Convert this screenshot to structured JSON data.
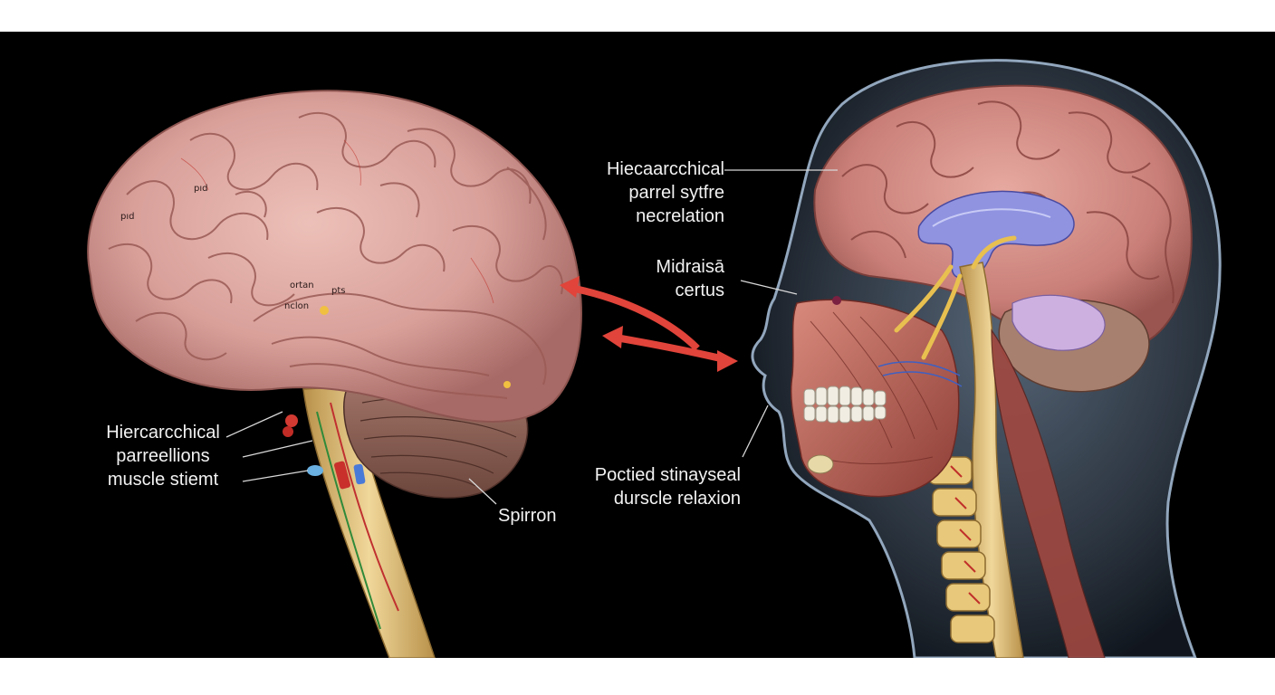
{
  "colors": {
    "background": "#000000",
    "brain": "#d9a09a",
    "brain_shadow": "#a86a66",
    "cerebellum": "#8a5d52",
    "spinal_cord": "#e2c37a",
    "arrow": "#e0443a",
    "head_glow": "#8fa3b8",
    "ventricle": "#8f93e0",
    "muscle": "#b85c50",
    "teeth": "#f1ede2"
  },
  "left_brain": {
    "tags": [
      "pıd",
      "pıd",
      "ortan",
      "pts",
      "nclon"
    ],
    "callout": {
      "line1": "Hiercarcchical",
      "line2": "parreellions",
      "line3": "muscle stiemt"
    },
    "spine_label": "Spirron"
  },
  "right_head": {
    "callout_top": {
      "line1": "Hiecaarcchical",
      "line2": "parrel sytfre",
      "line3": "necrelation"
    },
    "callout_mid": {
      "line1": "Midraisā",
      "line2": "certus"
    },
    "callout_bottom": {
      "line1": "Poctied stinayseal",
      "line2": "durscle relaxion"
    }
  }
}
